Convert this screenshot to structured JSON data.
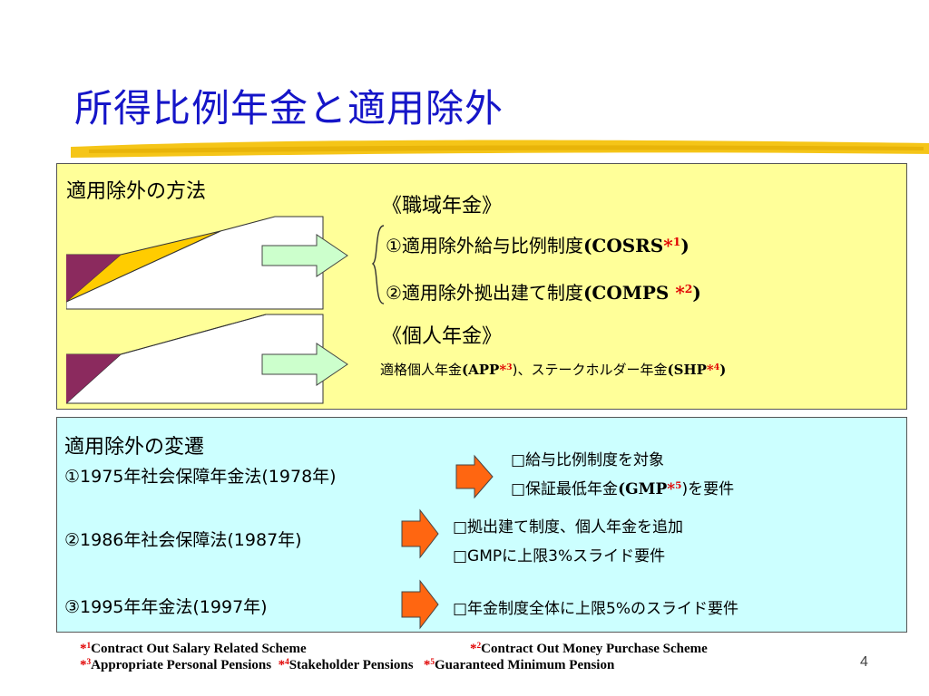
{
  "title": "所得比例年金と適用除外",
  "methods": {
    "heading": "適用除外の方法",
    "occupational": {
      "heading": "《職域年金》",
      "item1_text": "①適用除外給与比例制度",
      "item1_code": "(COSRS",
      "item1_ref": "1",
      "item1_close": ")",
      "item2_text": "②適用除外拠出建て制度",
      "item2_code": "(COMPS ",
      "item2_ref": "2",
      "item2_close": ")"
    },
    "personal": {
      "heading": "《個人年金》",
      "text_a": "適格個人年金",
      "code_a": "(APP",
      "ref_a": "3",
      "text_b": ")、ステークホルダー年金",
      "code_b": "(SHP",
      "ref_b": "4",
      "close": ")"
    }
  },
  "history": {
    "heading": "適用除外の変遷",
    "entries": [
      {
        "label": "①1975年社会保障年金法(1978年)",
        "note1": "□給与比例制度を対象",
        "note2_a": "□保証最低年金",
        "note2_code": "(GMP",
        "note2_ref": "5",
        "note2_b": ")を要件"
      },
      {
        "label": "②1986年社会保障法(1987年)",
        "note1": "□拠出建て制度、個人年金を追加",
        "note2": "□GMPに上限3%スライド要件"
      },
      {
        "label": "③1995年年金法(1997年)",
        "note1": "□年金制度全体に上限5%のスライド要件"
      }
    ]
  },
  "footnotes": {
    "star": "*",
    "fn1_num": "1",
    "fn1_text": "Contract Out Salary Related Scheme",
    "fn2_num": "2",
    "fn2_text": "Contract Out Money Purchase Scheme",
    "fn3_num": "3",
    "fn3_text": "Appropriate Personal Pensions",
    "fn4_num": "4",
    "fn4_text": "Stakeholder Pensions",
    "fn5_num": "5",
    "fn5_text": "Guaranteed Minimum Pension"
  },
  "page_number": "4",
  "colors": {
    "title": "#1515c8",
    "box_yellow": "#ffff99",
    "box_cyan": "#ccffff",
    "brush": "#f5c518",
    "purple": "#8b2a5e",
    "gold": "#ffcc00",
    "green_arrow": "#ccffcc",
    "orange_arrow": "#ff6611",
    "footnote_star": "#e00000"
  }
}
